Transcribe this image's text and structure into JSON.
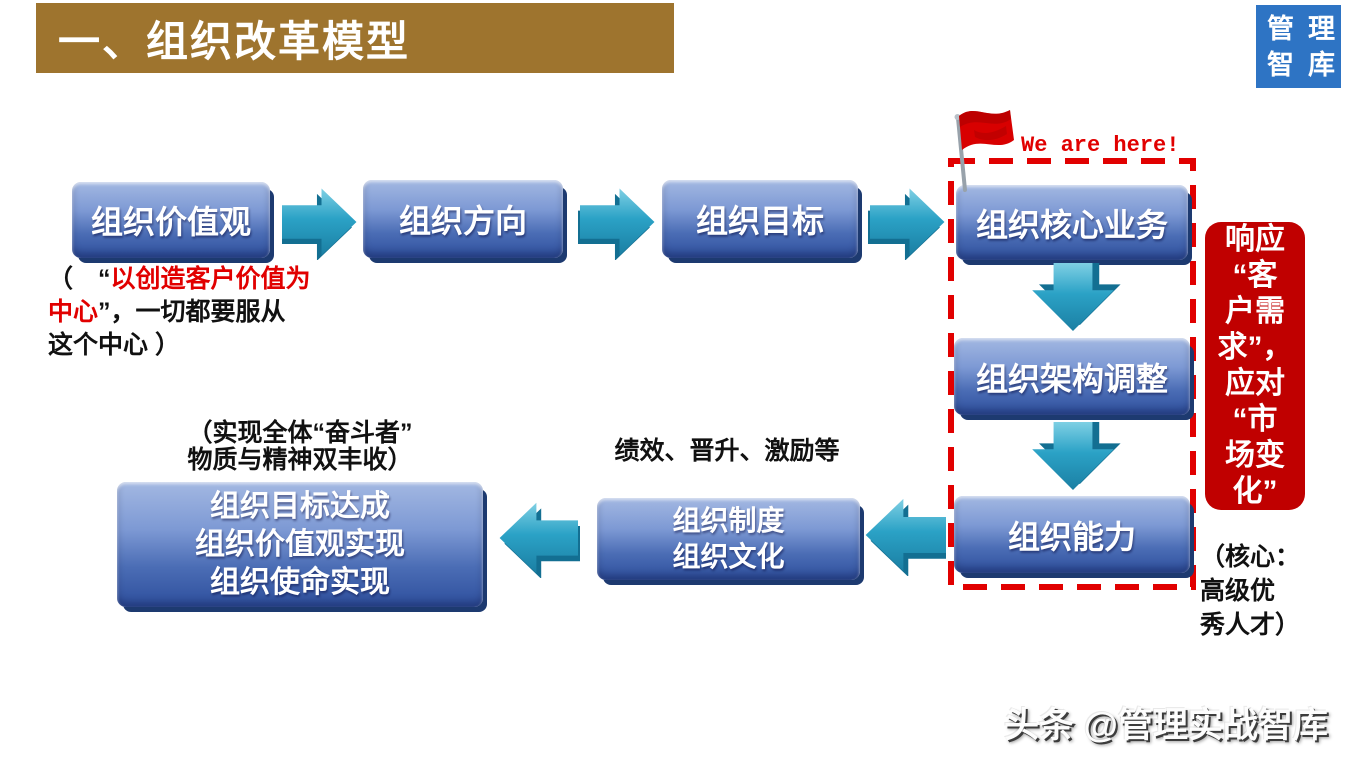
{
  "header": {
    "title": "一、组织改革模型",
    "logo_line1": "管理",
    "logo_line2": "智库"
  },
  "marker": {
    "label": "We are here!"
  },
  "flow": {
    "values": "组织价值观",
    "direction": "组织方向",
    "goal": "组织目标",
    "core_business": "组织核心业务",
    "structure_adjust": "组织架构调整",
    "capability": "组织能力",
    "system_culture": "组织制度\n组织文化",
    "outcome": "组织目标达成\n组织价值观实现\n组织使命实现"
  },
  "notes": {
    "values_note_l1_prefix": "（　“",
    "values_note_l1_red": "以创造客户价值为",
    "values_note_l2_red": "中心",
    "values_note_l2_rest": "”，一切都要服从",
    "values_note_l3": "这个中心 ）",
    "striver": "（实现全体“奋斗者”\n物质与精神双丰收）",
    "hr": "绩效、晋升、激励等",
    "respond_market": "响应\n“客\n户需\n求”，\n应对\n“市\n场变\n化”",
    "core_talent": "（核心：\n高级优\n秀人才）"
  },
  "watermark": "头条 @管理实战智库",
  "colors": {
    "banner_gold": "#9E742E",
    "logo_blue": "#2E74C4",
    "box_gradient_top": "#A3B8E2",
    "box_gradient_bottom": "#2E4F9D",
    "box_edge": "#1D3A70",
    "arrow_teal": "#2496BC",
    "arrow_teal_dark": "#136F92",
    "dashed_red": "#E10000",
    "respond_red": "#C00000",
    "flag_red": "#D80000"
  }
}
